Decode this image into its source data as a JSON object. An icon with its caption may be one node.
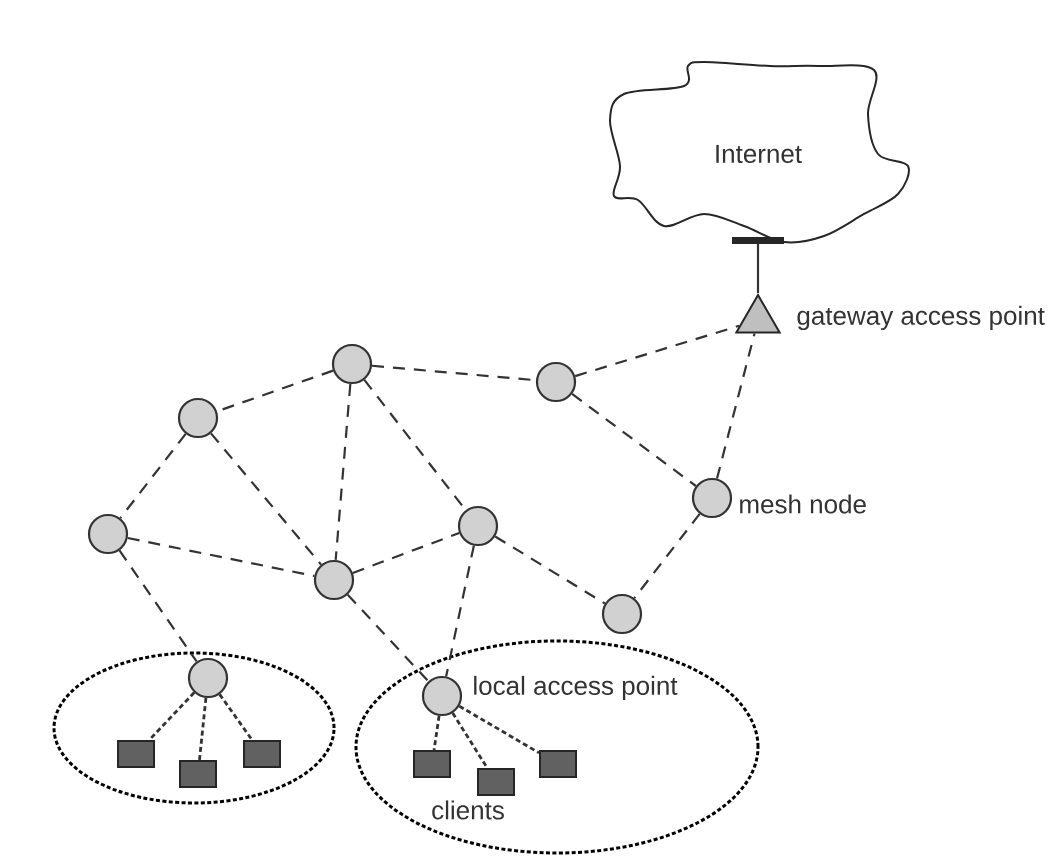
{
  "diagram": {
    "nodes": [
      {
        "text": [
          "Internet"
        ]
      },
      {
        "text": [],
        "shape": "triangle",
        "beside": [
          "gateway access point"
        ]
      },
      {
        "text": [],
        "shape": "circle"
      },
      {
        "text": [],
        "shape": "circle"
      },
      {
        "text": [],
        "shape": "circle"
      },
      {
        "text": [],
        "shape": "circle",
        "beside": [
          "mesh node"
        ]
      },
      {
        "text": [],
        "shape": "circle"
      },
      {
        "text": [],
        "shape": "circle"
      },
      {
        "text": [],
        "shape": "circle"
      },
      {
        "text": [],
        "shape": "circle"
      },
      {
        "text": [],
        "shape": "ellipse"
      },
      {
        "text": [],
        "shape": "circle",
        "in": 10
      },
      {
        "text": [],
        "shape": "box",
        "in": 10
      },
      {
        "text": [],
        "shape": "box",
        "in": 10
      },
      {
        "text": [],
        "shape": "box",
        "in": 10
      },
      {
        "text": [],
        "shape": "ellipse"
      },
      {
        "text": [],
        "shape": "circle",
        "in": 15,
        "beside": [
          "local access point"
        ]
      },
      {
        "text": [],
        "shape": "box",
        "in": 15
      },
      {
        "text": [],
        "shape": "box",
        "in": 15
      },
      {
        "text": [],
        "shape": "box",
        "in": 15
      }
    ],
    "edges": [
      {
        "from": 1,
        "to": 0,
        "arrow": "none"
      },
      {
        "from": 2,
        "to": 4,
        "arrow": "none",
        "style": "dashed"
      },
      {
        "from": 2,
        "to": 3,
        "arrow": "none",
        "style": "dashed"
      },
      {
        "from": 3,
        "to": 1,
        "arrow": "none",
        "style": "dashed"
      },
      {
        "from": 2,
        "to": 8,
        "arrow": "none",
        "style": "dashed"
      },
      {
        "from": 2,
        "to": 6,
        "arrow": "none",
        "style": "dashed"
      },
      {
        "from": 3,
        "to": 5,
        "arrow": "none",
        "style": "dashed"
      },
      {
        "from": 5,
        "to": 1,
        "arrow": "none",
        "style": "dashed"
      },
      {
        "from": 4,
        "to": 7,
        "arrow": "none",
        "style": "dashed"
      },
      {
        "from": 4,
        "to": 8,
        "arrow": "none",
        "style": "dashed"
      },
      {
        "from": 7,
        "to": 8,
        "arrow": "none",
        "style": "dashed"
      },
      {
        "from": 8,
        "to": 6,
        "arrow": "none",
        "style": "dashed"
      },
      {
        "from": 6,
        "to": 9,
        "arrow": "none",
        "style": "dashed"
      },
      {
        "from": 5,
        "to": 9,
        "arrow": "none",
        "style": "dashed"
      },
      {
        "from": 7,
        "to": 11,
        "arrow": "none",
        "style": "dashed"
      },
      {
        "from": 8,
        "to": 16,
        "arrow": "none",
        "style": "dashed"
      },
      {
        "from": 6,
        "to": 16,
        "arrow": "none",
        "style": "dashed"
      },
      {
        "from": 11,
        "to": 12,
        "arrow": "none",
        "style": "dashed"
      },
      {
        "from": 11,
        "to": 13,
        "arrow": "none",
        "style": "dashed"
      },
      {
        "from": 11,
        "to": 14,
        "arrow": "none",
        "style": "dashed"
      },
      {
        "from": 16,
        "to": 17,
        "arrow": "none",
        "style": "dashed"
      },
      {
        "from": 16,
        "to": 18,
        "arrow": "none",
        "style": "dashed"
      },
      {
        "from": 16,
        "to": 19,
        "arrow": "none",
        "style": "dashed"
      }
    ],
    "labels": [
      "clients"
    ]
  }
}
